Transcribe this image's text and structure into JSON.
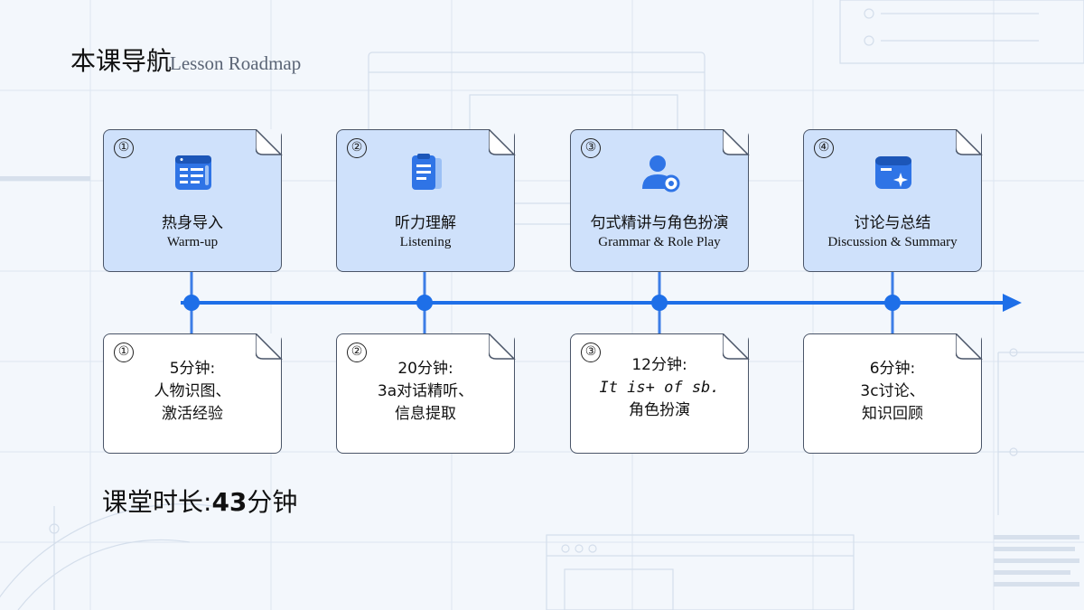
{
  "heading": {
    "zh": "本课导航",
    "en": "Lesson Roadmap"
  },
  "colors": {
    "card_fill": "#cfe1fb",
    "accent": "#1e6fe8",
    "icon_blue": "#2f74e6"
  },
  "stages": [
    {
      "number": "①",
      "icon": "list-document-icon",
      "title_zh": "热身导入",
      "title_en": "Warm-up",
      "note_number": "①",
      "note_lines": [
        "5分钟:",
        "人物识图、",
        "激活经验"
      ]
    },
    {
      "number": "②",
      "icon": "clipboard-document-icon",
      "title_zh": "听力理解",
      "title_en": "Listening",
      "note_number": "②",
      "note_lines": [
        "20分钟:",
        "3a对话精听、",
        "信息提取"
      ]
    },
    {
      "number": "③",
      "icon": "person-settings-icon",
      "title_zh": "句式精讲与角色扮演",
      "title_en": "Grammar & Role Play",
      "note_number": "③",
      "note_lines": [
        "12分钟:",
        "It is+ of sb.",
        "角色扮演"
      ]
    },
    {
      "number": "④",
      "icon": "sparkle-card-icon",
      "title_zh": "讨论与总结",
      "title_en": "Discussion & Summary",
      "note_number": "",
      "note_lines": [
        "6分钟:",
        "3c讨论、",
        "知识回顾"
      ]
    }
  ],
  "duration": {
    "label": "课堂时长:",
    "value": "43",
    "unit": "分钟"
  }
}
